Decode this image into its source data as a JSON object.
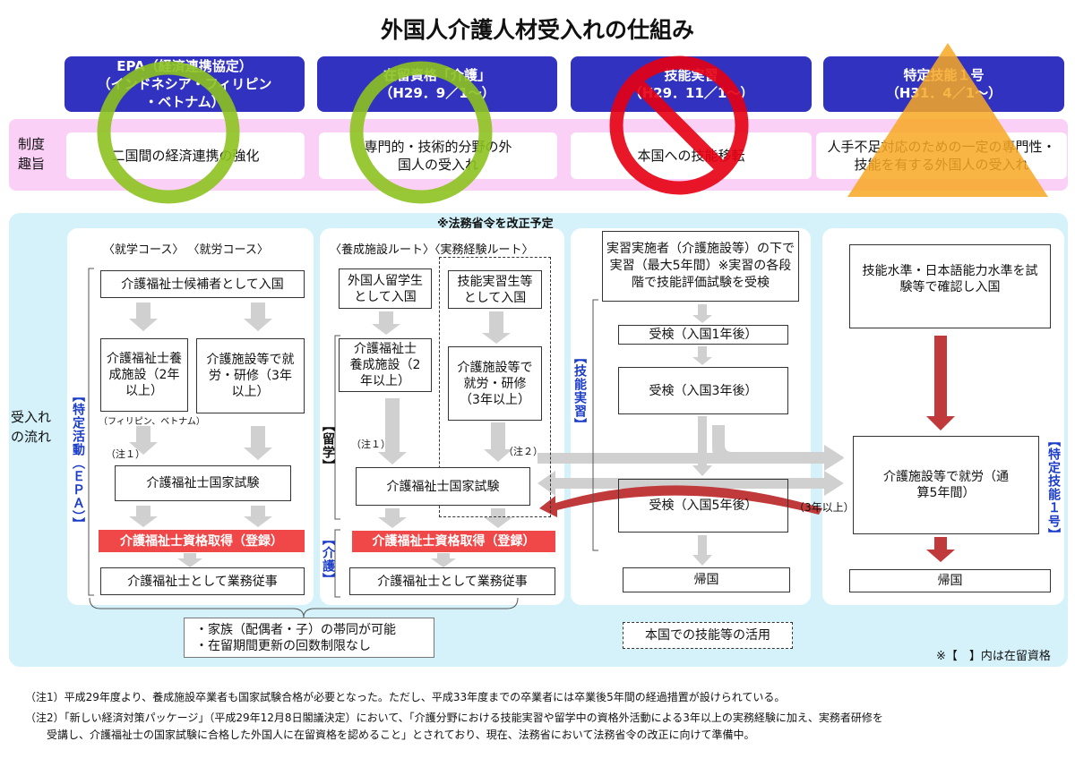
{
  "title": "外国人介護人材受入れの仕組み",
  "headers": [
    {
      "line1": "EPA（経済連携協定）",
      "line2": "（インドネシア・フィリピン",
      "line3": "・ベトナム）"
    },
    {
      "line1": "在留資格「介護」",
      "line2": "（H29．9／1～）"
    },
    {
      "line1": "技能実習",
      "line2": "（H29．11／1～）"
    },
    {
      "line1": "特定技能１号",
      "line2": "（H31．4／1～）"
    }
  ],
  "purpose_label": "制度趣旨",
  "purposes": [
    "二国間の経済連携の強化",
    "専門的・技術的分野の外国人の受入れ",
    "本国への技能移転",
    "人手不足対応のための一定の専門性・技能を有する外国人の受入れ"
  ],
  "flow_label": "受入れの流れ",
  "ministry_note": "※法務省令を改正予定",
  "epa": {
    "courses": "〈就学コース〉 〈就労コース〉",
    "entry": "介護福祉士候補者として入国",
    "school": "介護福祉士養成施設（2年以上）",
    "work": "介護施設等で就労・研修（3年以上）",
    "countries": "（フィリピン、ベトナム）",
    "note1": "（注１）",
    "exam": "介護福祉士国家試験",
    "license": "介護福祉士資格取得（登録）",
    "job": "介護福祉士として業務従事",
    "status": "【特定活動（ＥＰＡ）】"
  },
  "kaigo": {
    "routes": "〈養成施設ルート〉〈実務経験ルート〉",
    "student_entry": "外国人留学生として入国",
    "trainee_entry": "技能実習生等として入国",
    "school": "介護福祉士養成施設（2年以上）",
    "work": "介護施設等で就労・研修（3年以上）",
    "note1": "（注１）",
    "note2": "（注２）",
    "exam": "介護福祉士国家試験",
    "license": "介護福祉士資格取得（登録）",
    "job": "介護福祉士として業務従事",
    "status_study": "【留学】",
    "status_care": "【介護】"
  },
  "family": [
    "・家族（配偶者・子）の帯同が可能",
    "・在留期間更新の回数制限なし"
  ],
  "ginou": {
    "training": "実習実施者（介護施設等）の下で実習（最大5年間）※実習の各段階で技能評価試験を受検",
    "exam1": "受検（入国1年後）",
    "exam3": "受検（入国3年後）",
    "exam5": "受検（入国5年後）",
    "return": "帰国",
    "status": "【技能実習】",
    "home_use": "本国での技能等の活用",
    "three_years": "（3年以上）"
  },
  "tokutei": {
    "entry": "技能水準・日本語能力水準を試験等で確認し入国",
    "work": "介護施設等で就労（通算5年間）",
    "return": "帰国",
    "status": "【特定技能１号】"
  },
  "legend": "※【　】内は在留資格",
  "notes": [
    "（注1）平成29年度より、養成施設卒業者も国家試験合格が必要となった。ただし、平成33年度までの卒業者には卒業後5年間の経過措置が設けられている。",
    "（注2）「新しい経済対策パッケージ」（平成29年12月8日閣議決定）において、「介護分野における技能実習や留学中の資格外活動による3年以上の実務経験に加え、実務者研修を",
    "受講し、介護福祉士の国家試験に合格した外国人に在留資格を認めること」とされており、現在、法務省において法務省令の改正に向けて準備中。"
  ],
  "colors": {
    "header": "#3232c0",
    "pink": "#fbd0f7",
    "blue": "#d5f2fb",
    "red": "#f04848",
    "circle": "#8dc21f",
    "prohibit": "#e60012",
    "triangle": "#f7a823"
  }
}
